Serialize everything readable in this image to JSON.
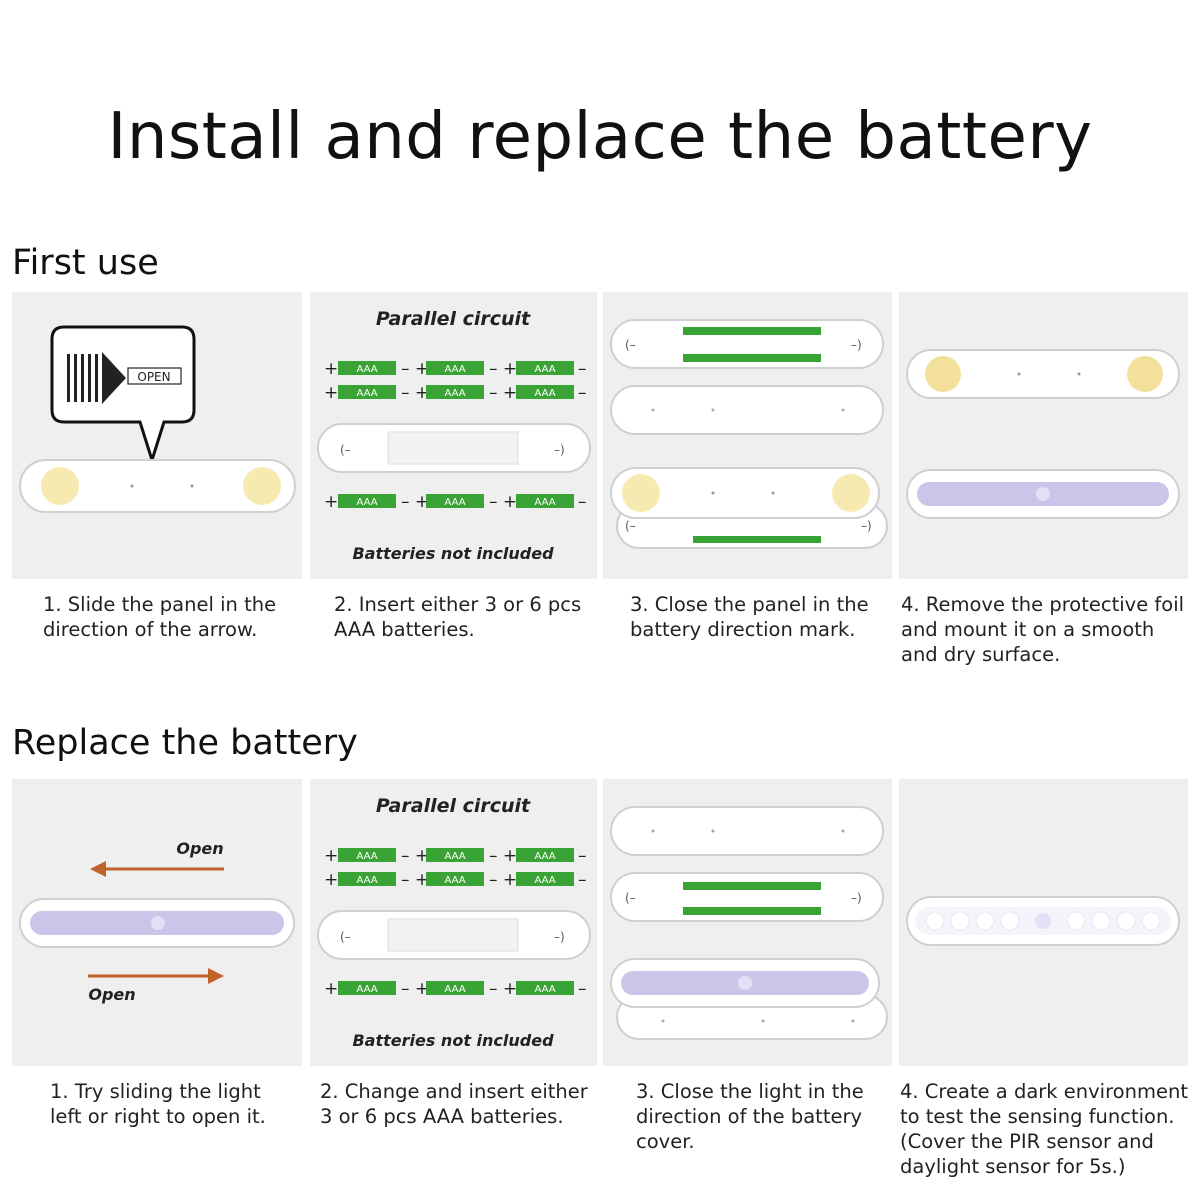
{
  "page": {
    "title": "Install and replace the battery"
  },
  "first_use": {
    "heading": "First use",
    "panel1": {
      "open_label": "OPEN"
    },
    "panel2": {
      "heading": "Parallel circuit",
      "battery_label": "AAA",
      "footer": "Batteries not included"
    },
    "captions": [
      [
        "1. Slide the panel in the",
        "direction of the arrow."
      ],
      [
        "2. Insert either 3 or 6 pcs",
        "AAA batteries."
      ],
      [
        "3. Close the panel in the",
        "battery direction mark."
      ],
      [
        "4. Remove the protective foil",
        "and mount it on a smooth",
        "and dry surface."
      ]
    ]
  },
  "replace": {
    "heading": "Replace the battery",
    "panel1": {
      "open_top": "Open",
      "open_bottom": "Open"
    },
    "panel2": {
      "heading": "Parallel circuit",
      "battery_label": "AAA",
      "footer": "Batteries not included"
    },
    "captions": [
      [
        "1. Try sliding the light",
        "left or right to open it."
      ],
      [
        "2. Change and insert either",
        "3 or 6 pcs AAA batteries."
      ],
      [
        "3. Close the light in the",
        "direction of the battery",
        "cover."
      ],
      [
        "4. Create a dark environment",
        "to test the sensing function.",
        "(Cover the PIR sensor and",
        "daylight sensor for 5s.)"
      ]
    ]
  },
  "colors": {
    "panel_bg": "#efefef",
    "battery_green": "#3aa335",
    "arrow_orange": "#c0622a",
    "pad_yellow": "#f6eab0"
  }
}
